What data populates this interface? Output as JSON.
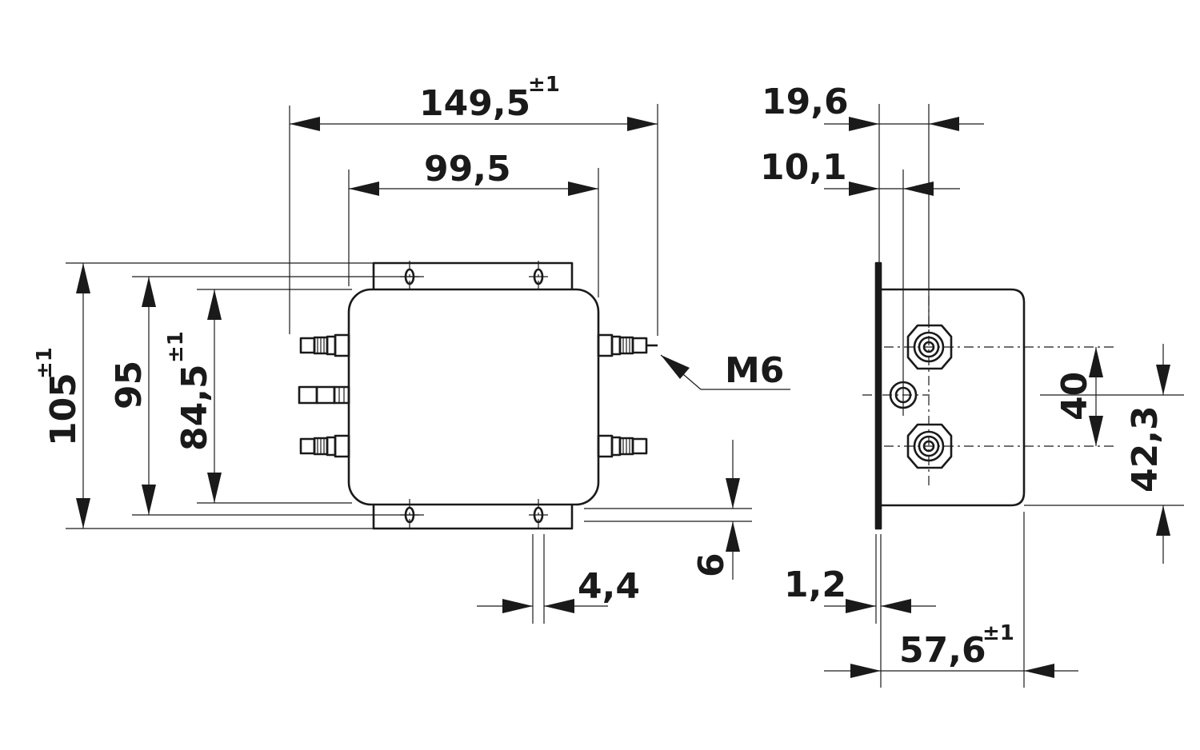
{
  "front_view": {
    "width_overall": {
      "value": "149,5",
      "tolerance": "±1"
    },
    "width_body": {
      "value": "99,5"
    },
    "height_overall": {
      "value": "105",
      "tolerance": "±1"
    },
    "height_holes": {
      "value": "95"
    },
    "height_body": {
      "value": "84,5",
      "tolerance": "±1"
    },
    "thread_label": "M6",
    "slot_offset": {
      "value": "6"
    },
    "slot_width": {
      "value": "4,4"
    }
  },
  "side_view": {
    "terminal_offset": {
      "value": "19,6"
    },
    "ground_offset": {
      "value": "10,1"
    },
    "terminal_spacing": {
      "value": "40"
    },
    "ground_to_base": {
      "value": "42,3"
    },
    "flange_thickness": {
      "value": "1,2"
    },
    "depth_overall": {
      "value": "57,6",
      "tolerance": "±1"
    }
  }
}
